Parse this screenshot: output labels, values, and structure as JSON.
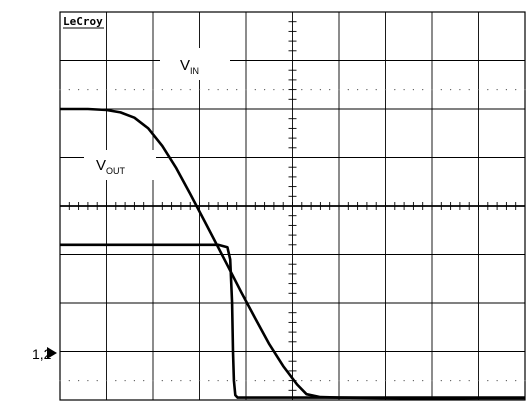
{
  "brand": "LeCroy",
  "chart_data": {
    "type": "line",
    "title": "",
    "xlabel": "",
    "ylabel": "",
    "xlim": [
      0,
      10
    ],
    "ylim": [
      0,
      8
    ],
    "grid": true,
    "ground_marker": "1,2",
    "series": [
      {
        "name": "V",
        "subscript": "IN",
        "x": [
          0.0,
          0.6,
          1.0,
          1.3,
          1.6,
          1.9,
          2.2,
          2.5,
          2.8,
          3.1,
          3.4,
          3.6,
          3.9,
          4.2,
          4.5,
          4.8,
          5.1,
          5.3,
          5.6,
          6.0,
          7.0,
          8.0,
          9.0,
          10.0
        ],
        "y": [
          6.0,
          6.0,
          5.98,
          5.93,
          5.82,
          5.6,
          5.24,
          4.78,
          4.25,
          3.7,
          3.15,
          2.78,
          2.22,
          1.68,
          1.15,
          0.7,
          0.32,
          0.12,
          0.06,
          0.05,
          0.04,
          0.03,
          0.04,
          0.04
        ]
      },
      {
        "name": "V",
        "subscript": "OUT",
        "x": [
          0.0,
          1.0,
          2.0,
          3.0,
          3.4,
          3.6,
          3.66,
          3.7,
          3.72,
          3.74,
          3.77,
          3.82,
          4.2,
          5.0,
          6.0,
          7.0,
          8.0,
          9.0,
          10.0
        ],
        "y": [
          3.2,
          3.2,
          3.2,
          3.2,
          3.2,
          3.15,
          2.9,
          2.0,
          1.0,
          0.4,
          0.1,
          0.05,
          0.05,
          0.05,
          0.05,
          0.05,
          0.05,
          0.05,
          0.05
        ]
      }
    ]
  }
}
